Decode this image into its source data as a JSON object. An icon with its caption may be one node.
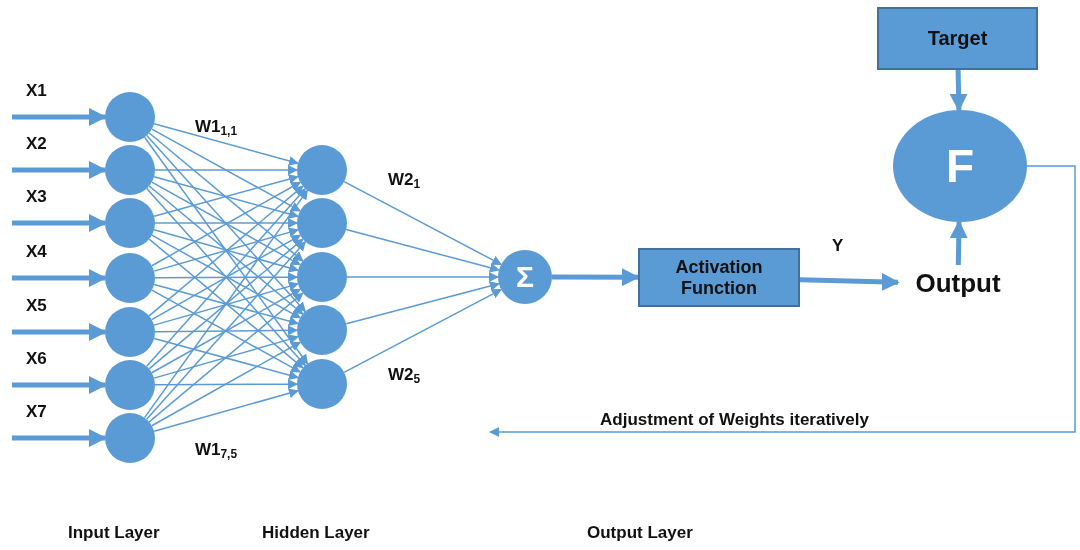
{
  "diagram": {
    "nodes": [
      {
        "text": [],
        "shape": "circle"
      },
      {
        "text": [],
        "shape": "circle"
      },
      {
        "text": [],
        "shape": "circle"
      },
      {
        "text": [],
        "shape": "circle"
      },
      {
        "text": [],
        "shape": "circle"
      },
      {
        "text": [],
        "shape": "circle"
      },
      {
        "text": [],
        "shape": "circle"
      },
      {
        "text": [],
        "shape": "circle"
      },
      {
        "text": [],
        "shape": "circle"
      },
      {
        "text": [],
        "shape": "circle"
      },
      {
        "text": [],
        "shape": "circle"
      },
      {
        "text": [],
        "shape": "circle"
      },
      {
        "text": [
          "Σ"
        ]
      },
      {
        "text": [
          "Activation Function"
        ]
      },
      {
        "text": [
          "Output"
        ]
      },
      {
        "text": [
          "F"
        ]
      },
      {
        "text": [
          "Target"
        ]
      }
    ],
    "edges": [
      {
        "from": null,
        "to": 0,
        "arrow": "to",
        "label": "X1",
        "style": "thick"
      },
      {
        "from": null,
        "to": 1,
        "arrow": "to",
        "label": "X2",
        "style": "thick"
      },
      {
        "from": null,
        "to": 2,
        "arrow": "to",
        "label": "X3",
        "style": "thick"
      },
      {
        "from": null,
        "to": 3,
        "arrow": "to",
        "label": "X4",
        "style": "thick"
      },
      {
        "from": null,
        "to": 4,
        "arrow": "to",
        "label": "X5",
        "style": "thick"
      },
      {
        "from": null,
        "to": 5,
        "arrow": "to",
        "label": "X6",
        "style": "thick"
      },
      {
        "from": null,
        "to": 6,
        "arrow": "to",
        "label": "X7",
        "style": "thick"
      },
      {
        "from": 0,
        "to": 7,
        "arrow": "to"
      },
      {
        "from": 0,
        "to": 8,
        "arrow": "to"
      },
      {
        "from": 0,
        "to": 9,
        "arrow": "to"
      },
      {
        "from": 0,
        "to": 10,
        "arrow": "to"
      },
      {
        "from": 0,
        "to": 11,
        "arrow": "to"
      },
      {
        "from": 1,
        "to": 7,
        "arrow": "to"
      },
      {
        "from": 1,
        "to": 8,
        "arrow": "to"
      },
      {
        "from": 1,
        "to": 9,
        "arrow": "to"
      },
      {
        "from": 1,
        "to": 10,
        "arrow": "to"
      },
      {
        "from": 1,
        "to": 11,
        "arrow": "to"
      },
      {
        "from": 2,
        "to": 7,
        "arrow": "to"
      },
      {
        "from": 2,
        "to": 8,
        "arrow": "to"
      },
      {
        "from": 2,
        "to": 9,
        "arrow": "to"
      },
      {
        "from": 2,
        "to": 10,
        "arrow": "to"
      },
      {
        "from": 2,
        "to": 11,
        "arrow": "to"
      },
      {
        "from": 3,
        "to": 7,
        "arrow": "to"
      },
      {
        "from": 3,
        "to": 8,
        "arrow": "to"
      },
      {
        "from": 3,
        "to": 9,
        "arrow": "to"
      },
      {
        "from": 3,
        "to": 10,
        "arrow": "to"
      },
      {
        "from": 3,
        "to": 11,
        "arrow": "to"
      },
      {
        "from": 4,
        "to": 7,
        "arrow": "to"
      },
      {
        "from": 4,
        "to": 8,
        "arrow": "to"
      },
      {
        "from": 4,
        "to": 9,
        "arrow": "to"
      },
      {
        "from": 4,
        "to": 10,
        "arrow": "to"
      },
      {
        "from": 4,
        "to": 11,
        "arrow": "to"
      },
      {
        "from": 5,
        "to": 7,
        "arrow": "to"
      },
      {
        "from": 5,
        "to": 8,
        "arrow": "to"
      },
      {
        "from": 5,
        "to": 9,
        "arrow": "to"
      },
      {
        "from": 5,
        "to": 10,
        "arrow": "to"
      },
      {
        "from": 5,
        "to": 11,
        "arrow": "to"
      },
      {
        "from": 6,
        "to": 7,
        "arrow": "to"
      },
      {
        "from": 6,
        "to": 8,
        "arrow": "to"
      },
      {
        "from": 6,
        "to": 9,
        "arrow": "to"
      },
      {
        "from": 6,
        "to": 10,
        "arrow": "to"
      },
      {
        "from": 6,
        "to": 11,
        "arrow": "to"
      },
      {
        "from": 7,
        "to": 12,
        "arrow": "to"
      },
      {
        "from": 8,
        "to": 12,
        "arrow": "to"
      },
      {
        "from": 9,
        "to": 12,
        "arrow": "to"
      },
      {
        "from": 10,
        "to": 12,
        "arrow": "to"
      },
      {
        "from": 11,
        "to": 12,
        "arrow": "to"
      },
      {
        "from": 12,
        "to": 13,
        "arrow": "to",
        "style": "thick"
      },
      {
        "from": 13,
        "to": 14,
        "arrow": "to",
        "label": "Y",
        "style": "thick"
      },
      {
        "from": 14,
        "to": 15,
        "arrow": "to",
        "style": "thick"
      },
      {
        "from": 16,
        "to": 15,
        "arrow": "to",
        "style": "thick"
      },
      {
        "from": 15,
        "to": null,
        "arrow": "to",
        "label": "Adjustment of Weights iteratively"
      }
    ],
    "labels": [
      "W1$_{1,1}$",
      "W2$_{1}$",
      "W2$_{5}$",
      "W1$_{7,5}$",
      "Input Layer",
      "Hidden Layer",
      "Output Layer"
    ]
  }
}
